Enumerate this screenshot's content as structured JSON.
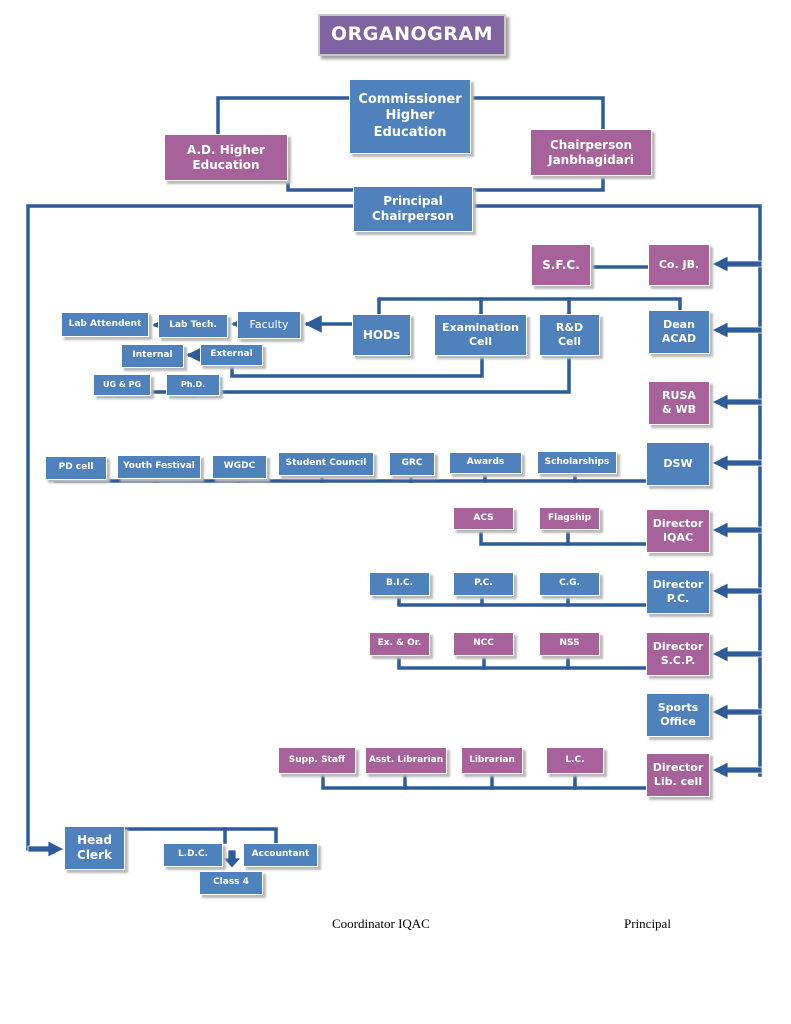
{
  "colors": {
    "line": "#2e5b9a",
    "blue_box": "#4f81bd",
    "pink_box": "#a8629b",
    "title_box": "#8064a2"
  },
  "title": "ORGANOGRAM",
  "top": {
    "commissioner": "Commissioner\nHigher\nEducation",
    "ad_higher": "A.D. Higher\nEducation",
    "chairperson_jb": "Chairperson\nJanbhagidari",
    "principal": "Principal\nChairperson"
  },
  "right_column": {
    "sfc": "S.F.C.",
    "co_jb": "Co. JB.",
    "dean": "Dean\nACAD",
    "rusa": "RUSA\n& WB",
    "dsw": "DSW",
    "director_iqac": "Director\nIQAC",
    "director_pc": "Director\nP.C.",
    "director_scp": "Director\nS.C.P.",
    "sports": "Sports\nOffice",
    "director_lib": "Director\nLib. cell"
  },
  "academic": {
    "hods": "HODs",
    "exam_cell": "Examination\nCell",
    "rd_cell": "R&D\nCell",
    "faculty": "Faculty",
    "lab_tech": "Lab Tech.",
    "lab_attendent": "Lab Attendent",
    "internal": "Internal",
    "external": "External",
    "ug_pg": "UG & PG",
    "phd": "Ph.D."
  },
  "dsw_units": [
    "PD cell",
    "Youth Festival",
    "WGDC",
    "Student Council",
    "GRC",
    "Awards",
    "Scholarships"
  ],
  "iqac_units": [
    "ACS",
    "Flagship"
  ],
  "pc_units": [
    "B.I.C.",
    "P.C.",
    "C.G."
  ],
  "scp_units": [
    "Ex. & Or.",
    "NCC",
    "NSS"
  ],
  "lib_units": [
    "Supp. Staff",
    "Asst. Librarian",
    "Librarian",
    "L.C."
  ],
  "office": {
    "head_clerk": "Head\nClerk",
    "ldc": "L.D.C.",
    "accountant": "Accountant",
    "class4": "Class 4"
  },
  "signatures": {
    "left": "Coordinator IQAC",
    "right": "Principal"
  }
}
